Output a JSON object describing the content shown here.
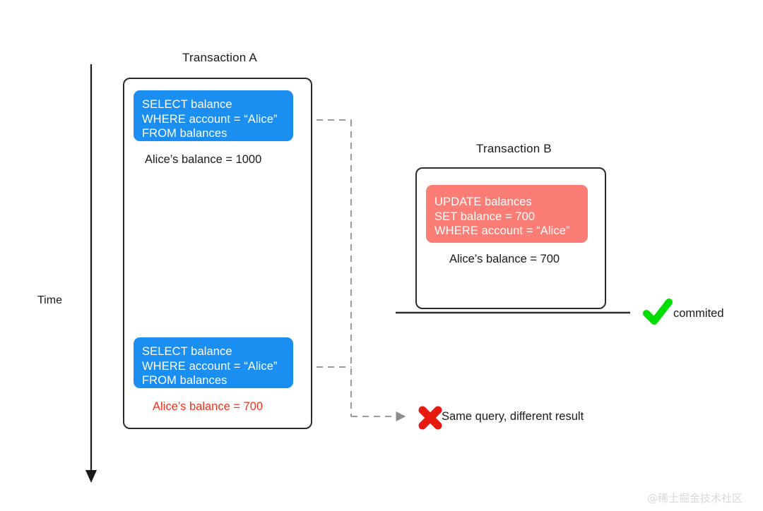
{
  "diagram": {
    "title_hidden": "Non-repeatable read illustration",
    "time_axis": {
      "label": "Time",
      "direction": "downward"
    },
    "transaction_a": {
      "title": "Transaction A",
      "steps": [
        {
          "sql": "SELECT balance\nWHERE account = “Alice”\nFROM balances",
          "sql_color": "#1b8ef2",
          "result": "Alice’s balance = 1000",
          "result_color": "#1a1a1a"
        },
        {
          "sql": "SELECT balance\nWHERE account = “Alice”\nFROM balances",
          "sql_color": "#1b8ef2",
          "result": "Alice’s balance = 700",
          "result_color": "#f5301c"
        }
      ]
    },
    "transaction_b": {
      "title": "Transaction B",
      "steps": [
        {
          "sql": "UPDATE balances\nSET balance = 700\nWHERE account = “Alice”",
          "sql_color": "#fb7d75",
          "result": "Alice’s balance = 700",
          "result_color": "#1a1a1a"
        }
      ],
      "commit": {
        "label": "commited",
        "icon": "check-mark-icon",
        "icon_color": "#00dd00"
      }
    },
    "conclusion": {
      "label": "Same query, different result",
      "icon": "cross-mark-icon",
      "icon_color": "#e8190f"
    },
    "connectors": {
      "color": "#999999",
      "style": "dashed"
    },
    "watermark": "@稀土掘金技术社区"
  }
}
